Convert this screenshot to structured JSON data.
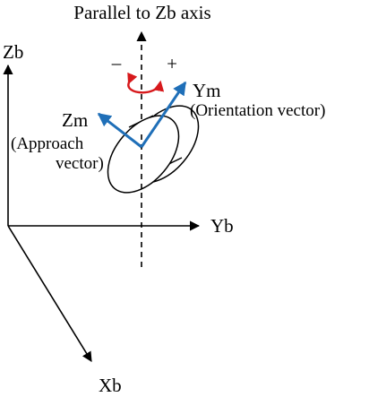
{
  "labels": {
    "parallel_axis": "Parallel to Zb axis",
    "minus": "–",
    "plus": "+",
    "zb": "Zb",
    "yb": "Yb",
    "xb": "Xb",
    "ym": "Ym",
    "ym_sub": "(Orientation vector)",
    "zm": "Zm",
    "zm_sub1": "(Approach",
    "zm_sub2": "vector)"
  },
  "colors": {
    "axis": "#000000",
    "vector": "#1f6fb8",
    "rotation": "#d7191c",
    "background": "#ffffff"
  }
}
